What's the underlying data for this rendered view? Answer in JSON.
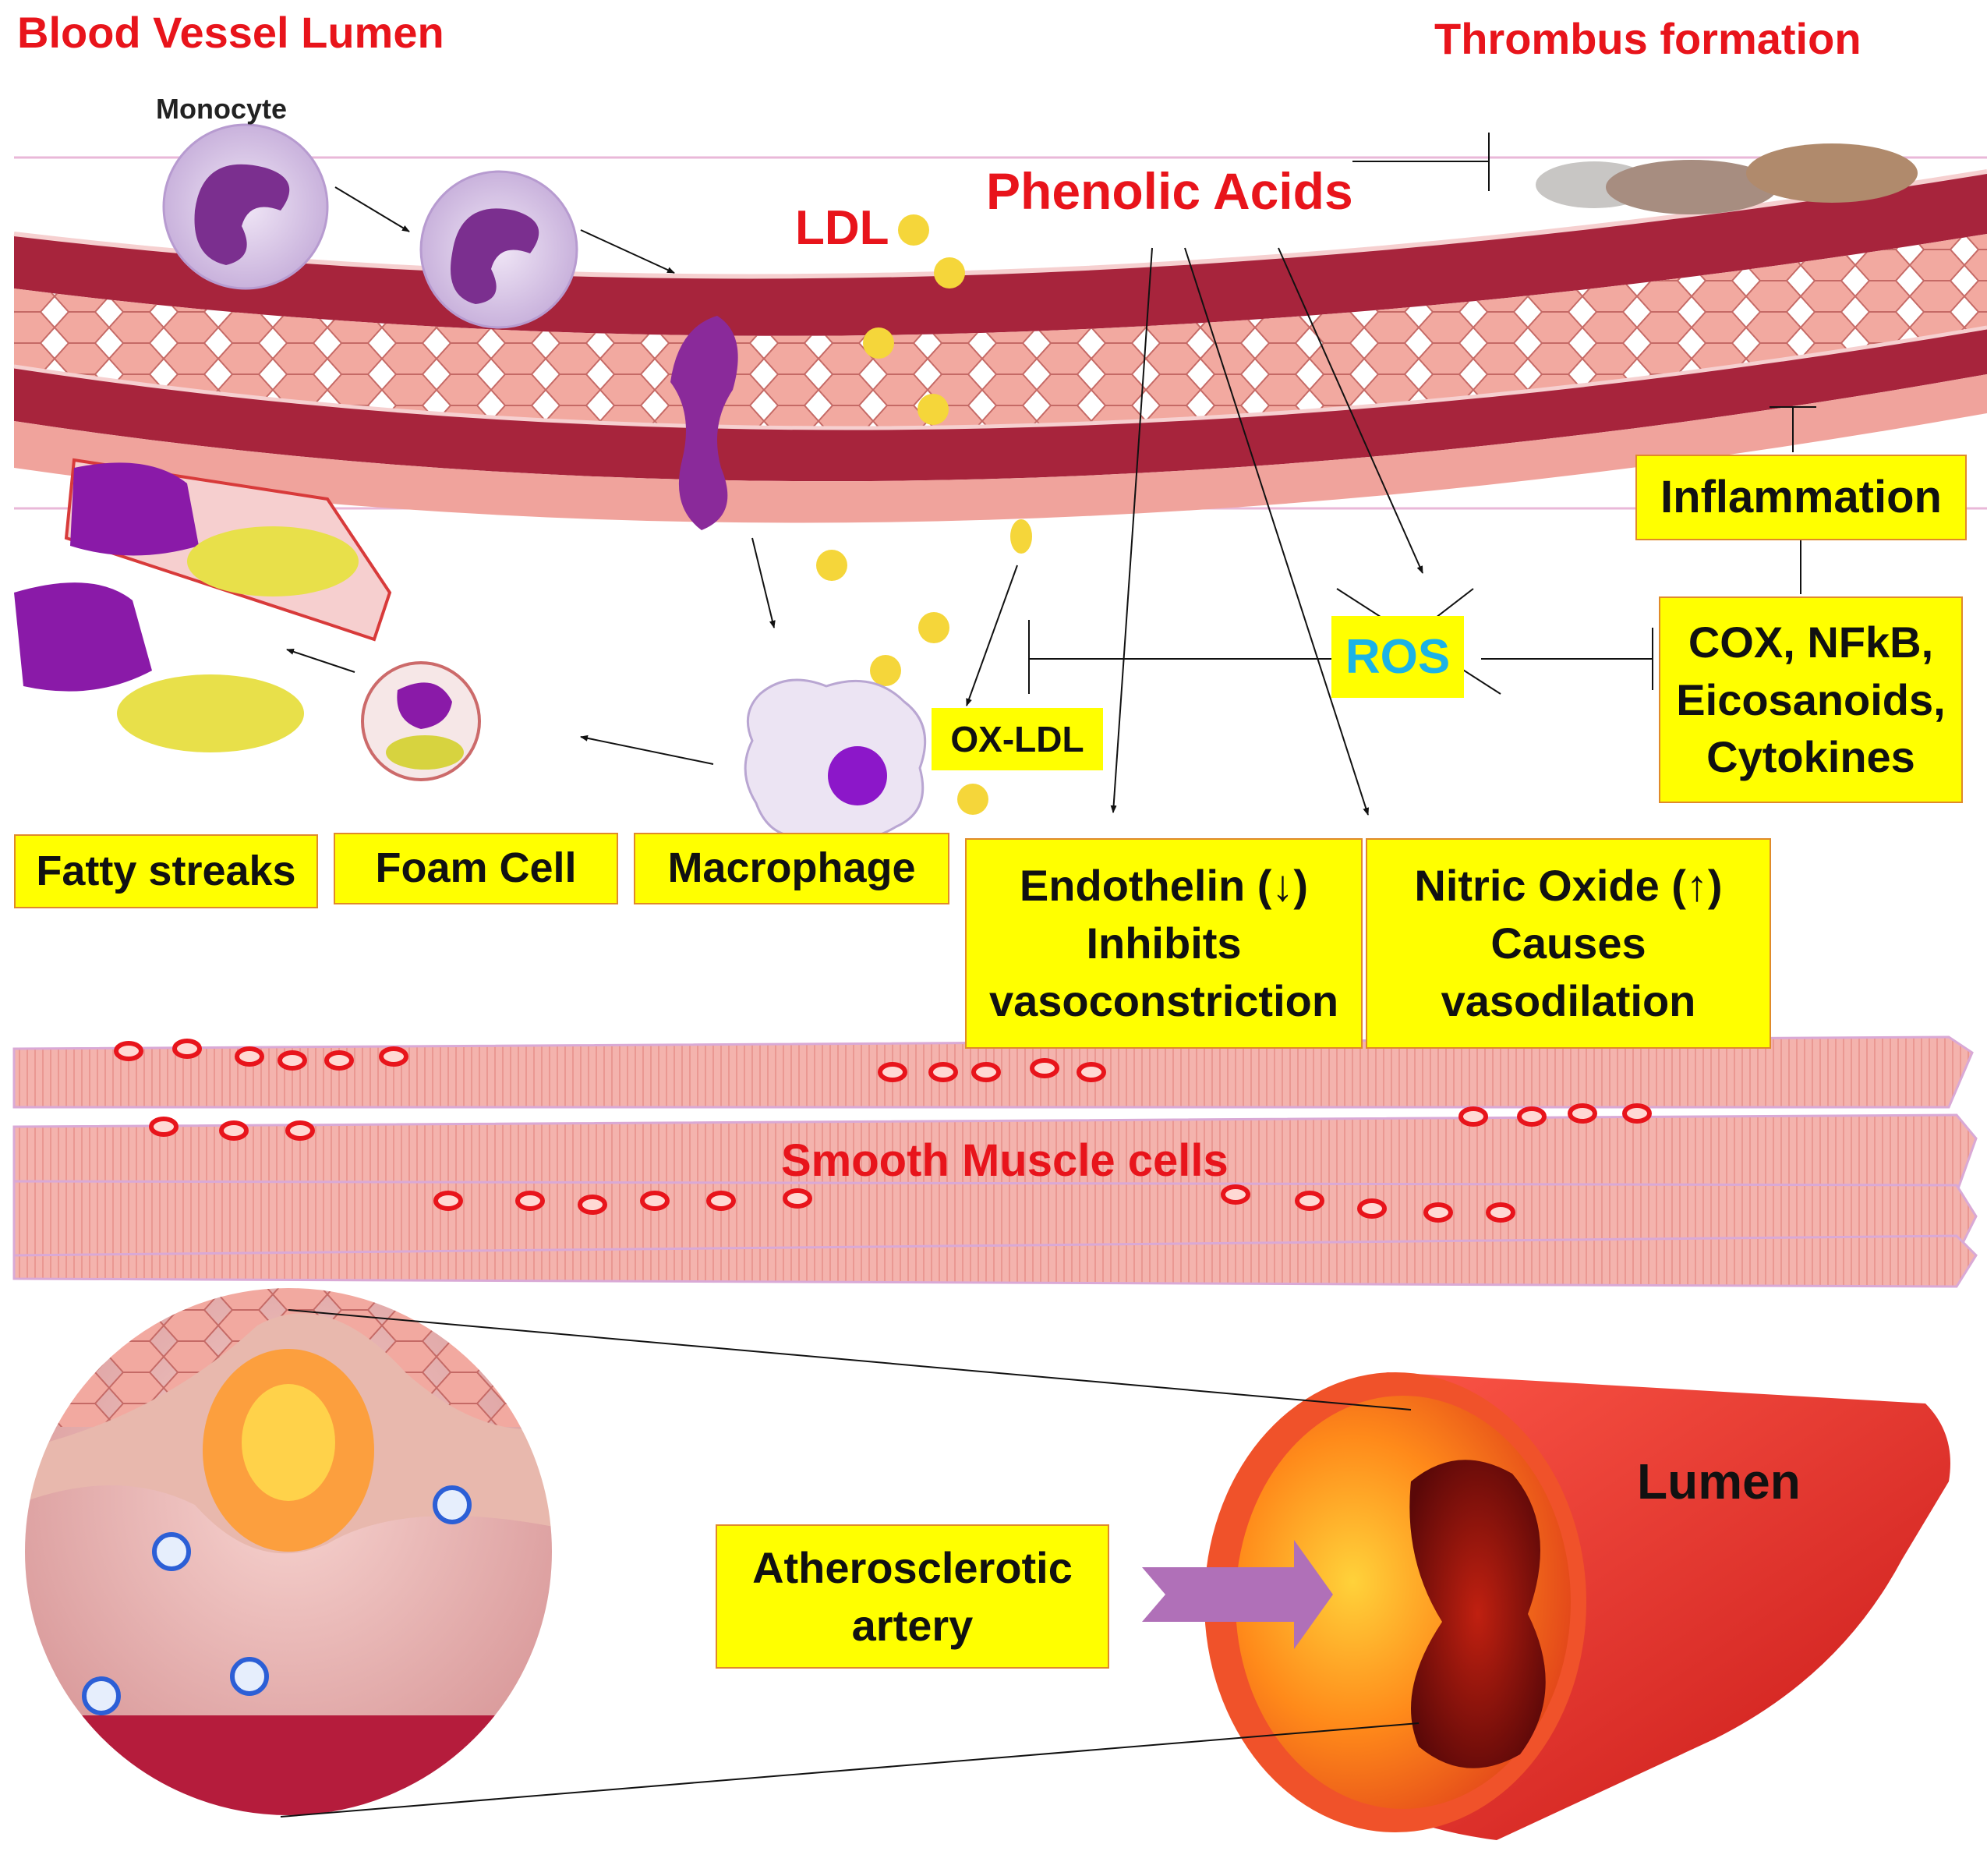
{
  "labels": {
    "blood_vessel_lumen": "Blood Vessel Lumen",
    "thrombus_formation": "Thrombus formation",
    "monocyte": "Monocyte",
    "phenolic_acids": "Phenolic Acids",
    "ldl": "LDL",
    "ros": "ROS",
    "ox_ldl": "OX-LDL",
    "smooth_muscle_cells": "Smooth Muscle cells",
    "lumen": "Lumen"
  },
  "boxes": {
    "inflammation": "Inflammation",
    "cox": [
      "COX, NFkB,",
      "Eicosanoids,",
      "Cytokines"
    ],
    "fatty_streaks": "Fatty streaks",
    "foam_cell": "Foam Cell",
    "macrophage": "Macrophage",
    "endothelin": [
      "Endothelin (↓)",
      "Inhibits",
      "vasoconstriction"
    ],
    "nitric_oxide": [
      "Nitric Oxide (↑)",
      "Causes",
      "vasodilation"
    ],
    "atherosclerotic": [
      "Atherosclerotic",
      "artery"
    ]
  },
  "colors": {
    "label_red": "#e8141b",
    "box_fill": "#ffff00",
    "box_border": "#e08a2a",
    "ros_text": "#1bb3e6",
    "arrow_purple": "#b070b8"
  }
}
